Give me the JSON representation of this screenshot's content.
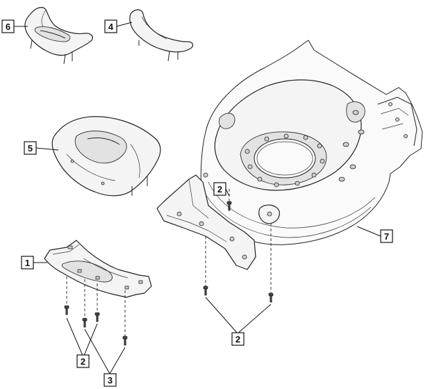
{
  "callouts": [
    {
      "id": "c6",
      "label": "6"
    },
    {
      "id": "c4",
      "label": "4"
    },
    {
      "id": "c5",
      "label": "5"
    },
    {
      "id": "c2a",
      "label": "2"
    },
    {
      "id": "c7",
      "label": "7"
    },
    {
      "id": "c1",
      "label": "1"
    },
    {
      "id": "c2b",
      "label": "2"
    },
    {
      "id": "c2c",
      "label": "2"
    },
    {
      "id": "c3",
      "label": "3"
    }
  ]
}
